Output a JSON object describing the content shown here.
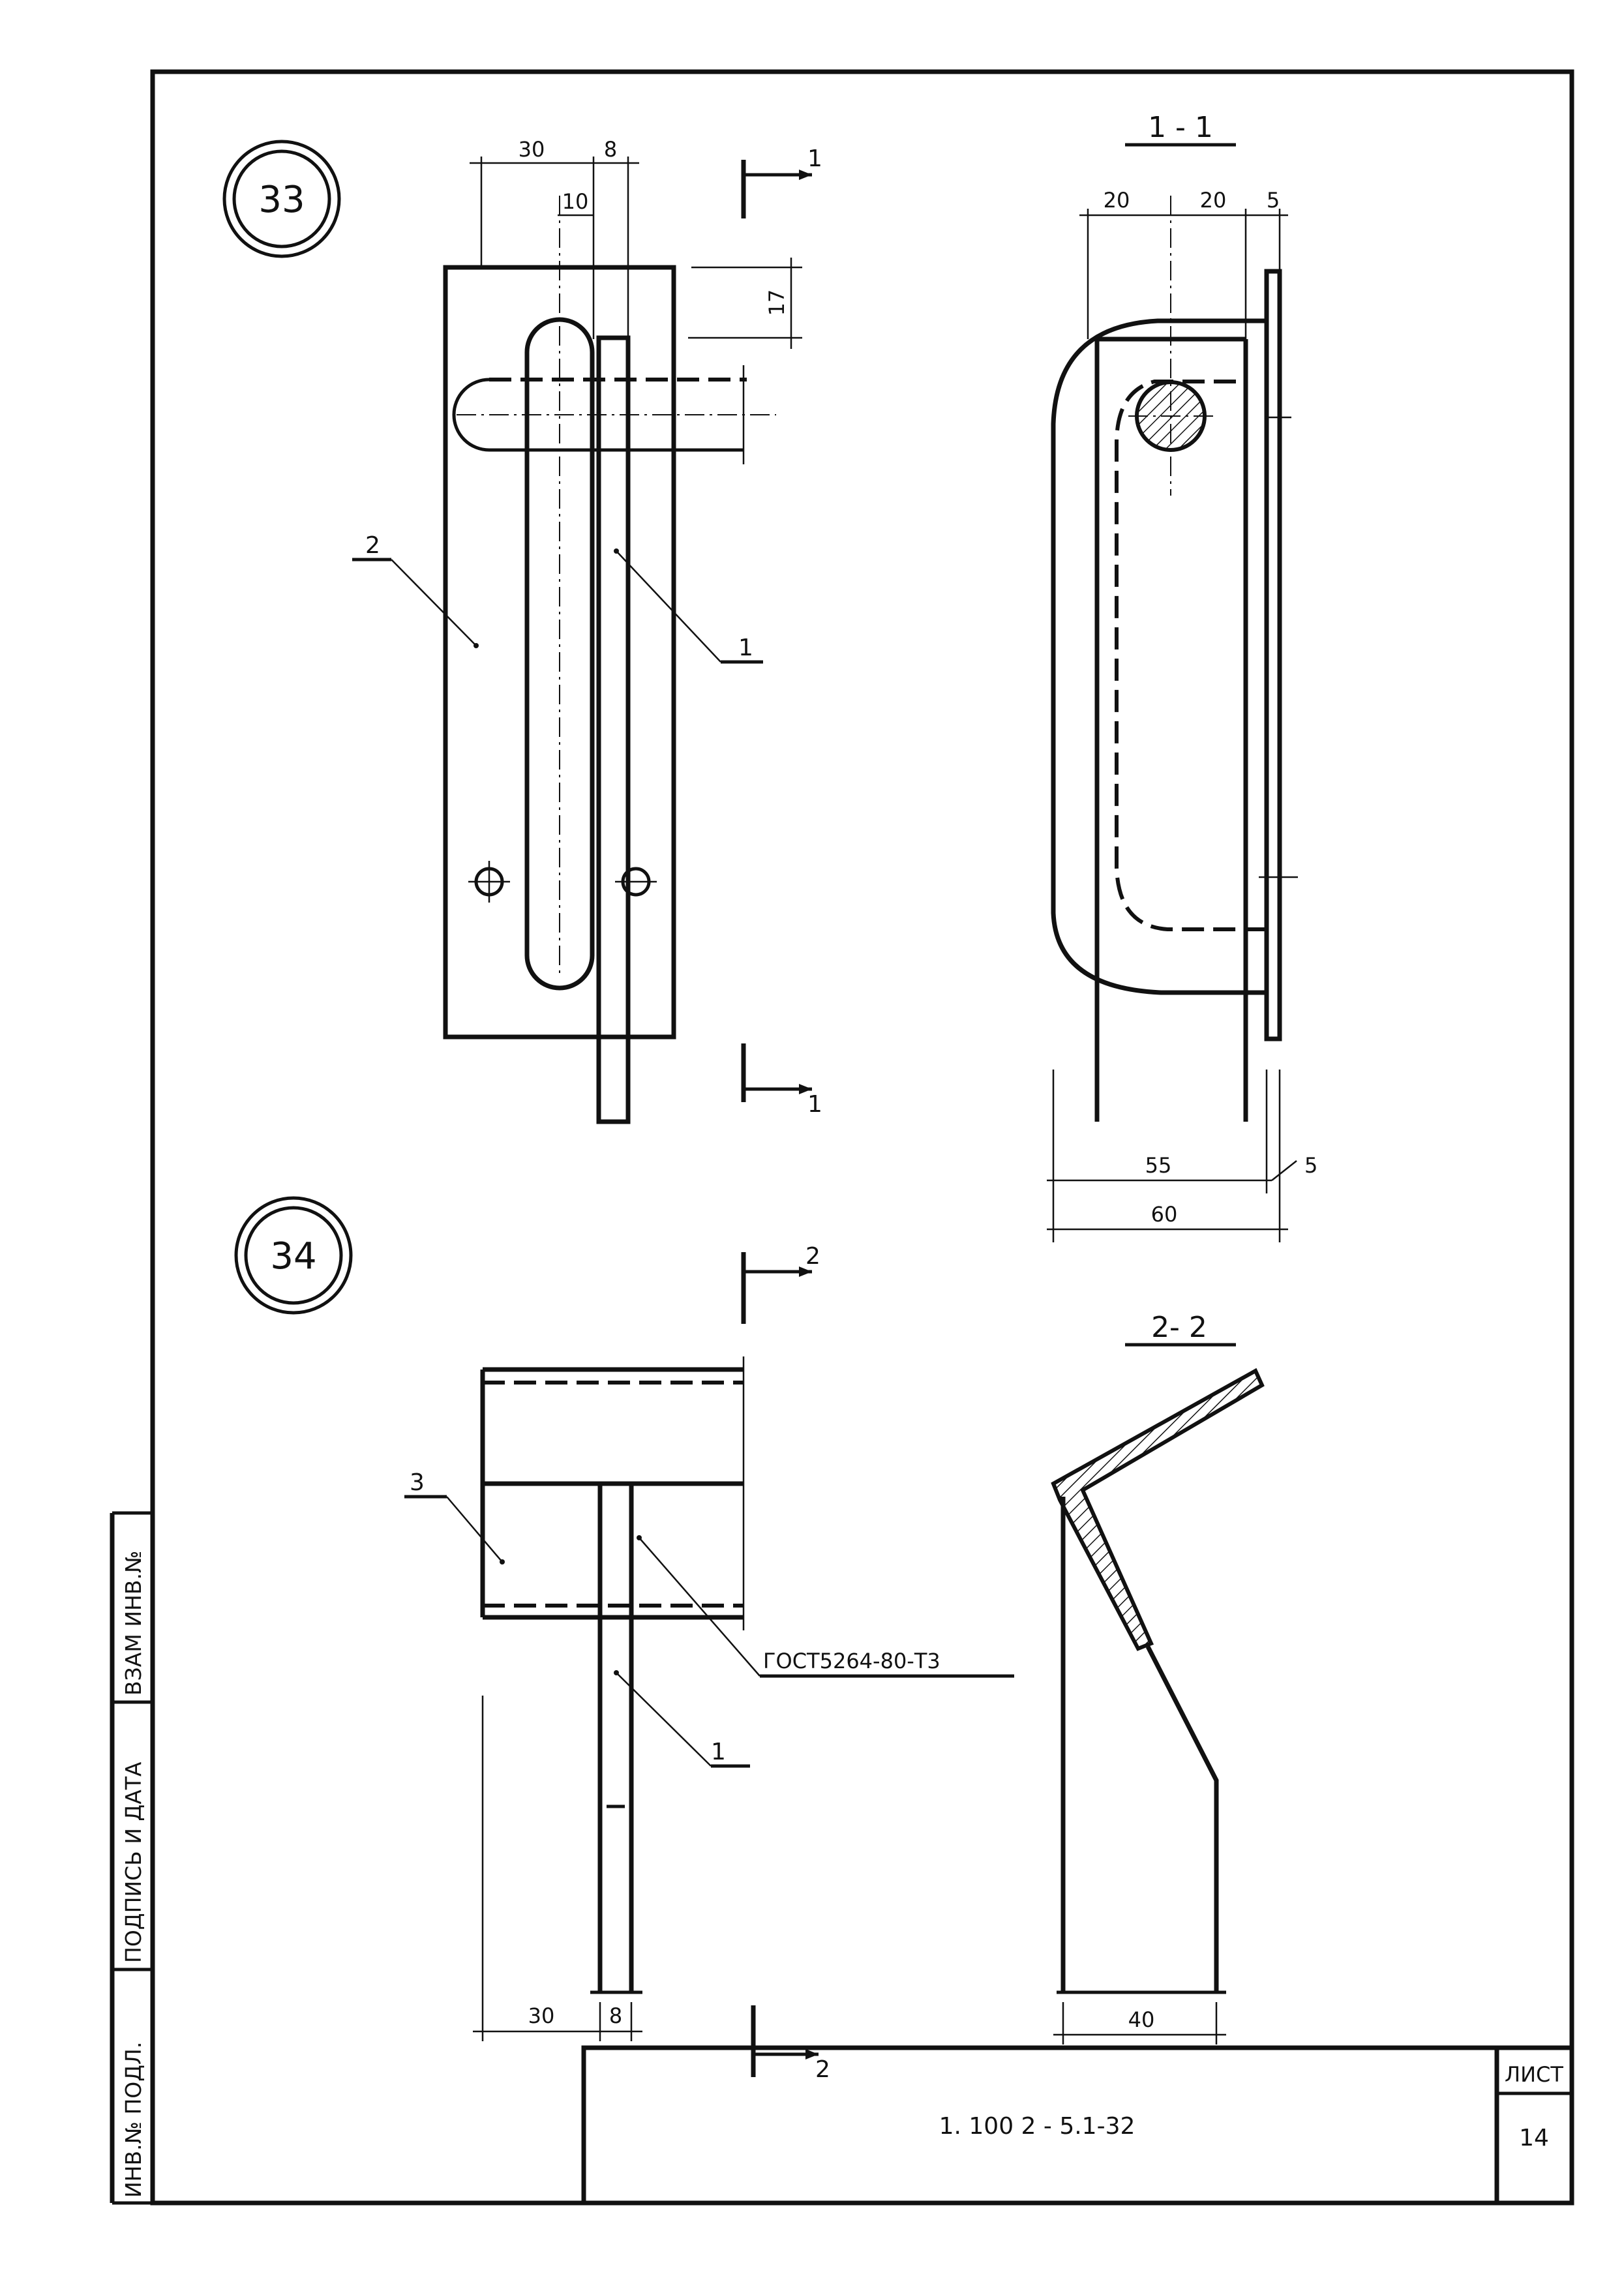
{
  "detail_33": {
    "number": "33",
    "dims": {
      "top_30": "30",
      "top_8": "8",
      "top_10": "10",
      "right_17": "17"
    },
    "labels": {
      "part_2": "2",
      "part_1": "1"
    },
    "section_marks": {
      "top": "1",
      "bottom": "1"
    }
  },
  "section_1_1": {
    "title": "1 - 1",
    "dims": {
      "top_20a": "20",
      "top_20b": "20",
      "top_5": "5",
      "bottom_55": "55",
      "bottom_5": "5",
      "bottom_60": "60"
    }
  },
  "detail_34": {
    "number": "34",
    "dims": {
      "bottom_30": "30",
      "bottom_8": "8"
    },
    "labels": {
      "part_3": "3",
      "part_1": "1",
      "callout": "ГОСТ5264-80-Т3"
    },
    "section_marks": {
      "top": "2",
      "bottom": "2"
    }
  },
  "section_2_2": {
    "title": "2- 2",
    "dims": {
      "bottom_40": "40"
    }
  },
  "side_stamp": {
    "col1": "ИНВ.№ ПОДЛ.",
    "col2": "ПОДПИСЬ И ДАТА",
    "col3": "ВЗАМ ИНВ.№"
  },
  "title_block": {
    "code": "1. 100 2 - 5.1-32",
    "sheet_label": "ЛИСТ",
    "sheet_number": "14"
  }
}
